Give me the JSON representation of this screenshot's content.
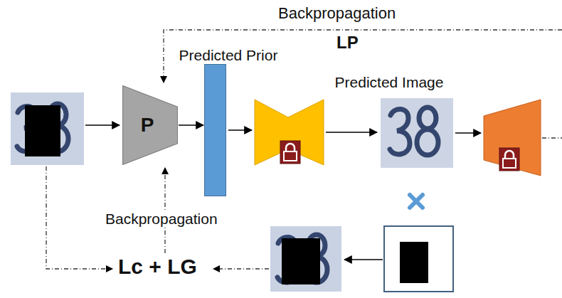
{
  "diagram": {
    "nodes": [
      {
        "text": [
          "P"
        ]
      },
      {
        "text": [
          "Predicted Prior"
        ]
      },
      {
        "text": [
          "Predicted Image"
        ]
      }
    ],
    "edges": [
      {
        "from": 0,
        "to": 1,
        "arrow": "to"
      }
    ],
    "labels": [
      "Backpropagation",
      "LP",
      "Backpropagation",
      "Lc + LG"
    ]
  }
}
